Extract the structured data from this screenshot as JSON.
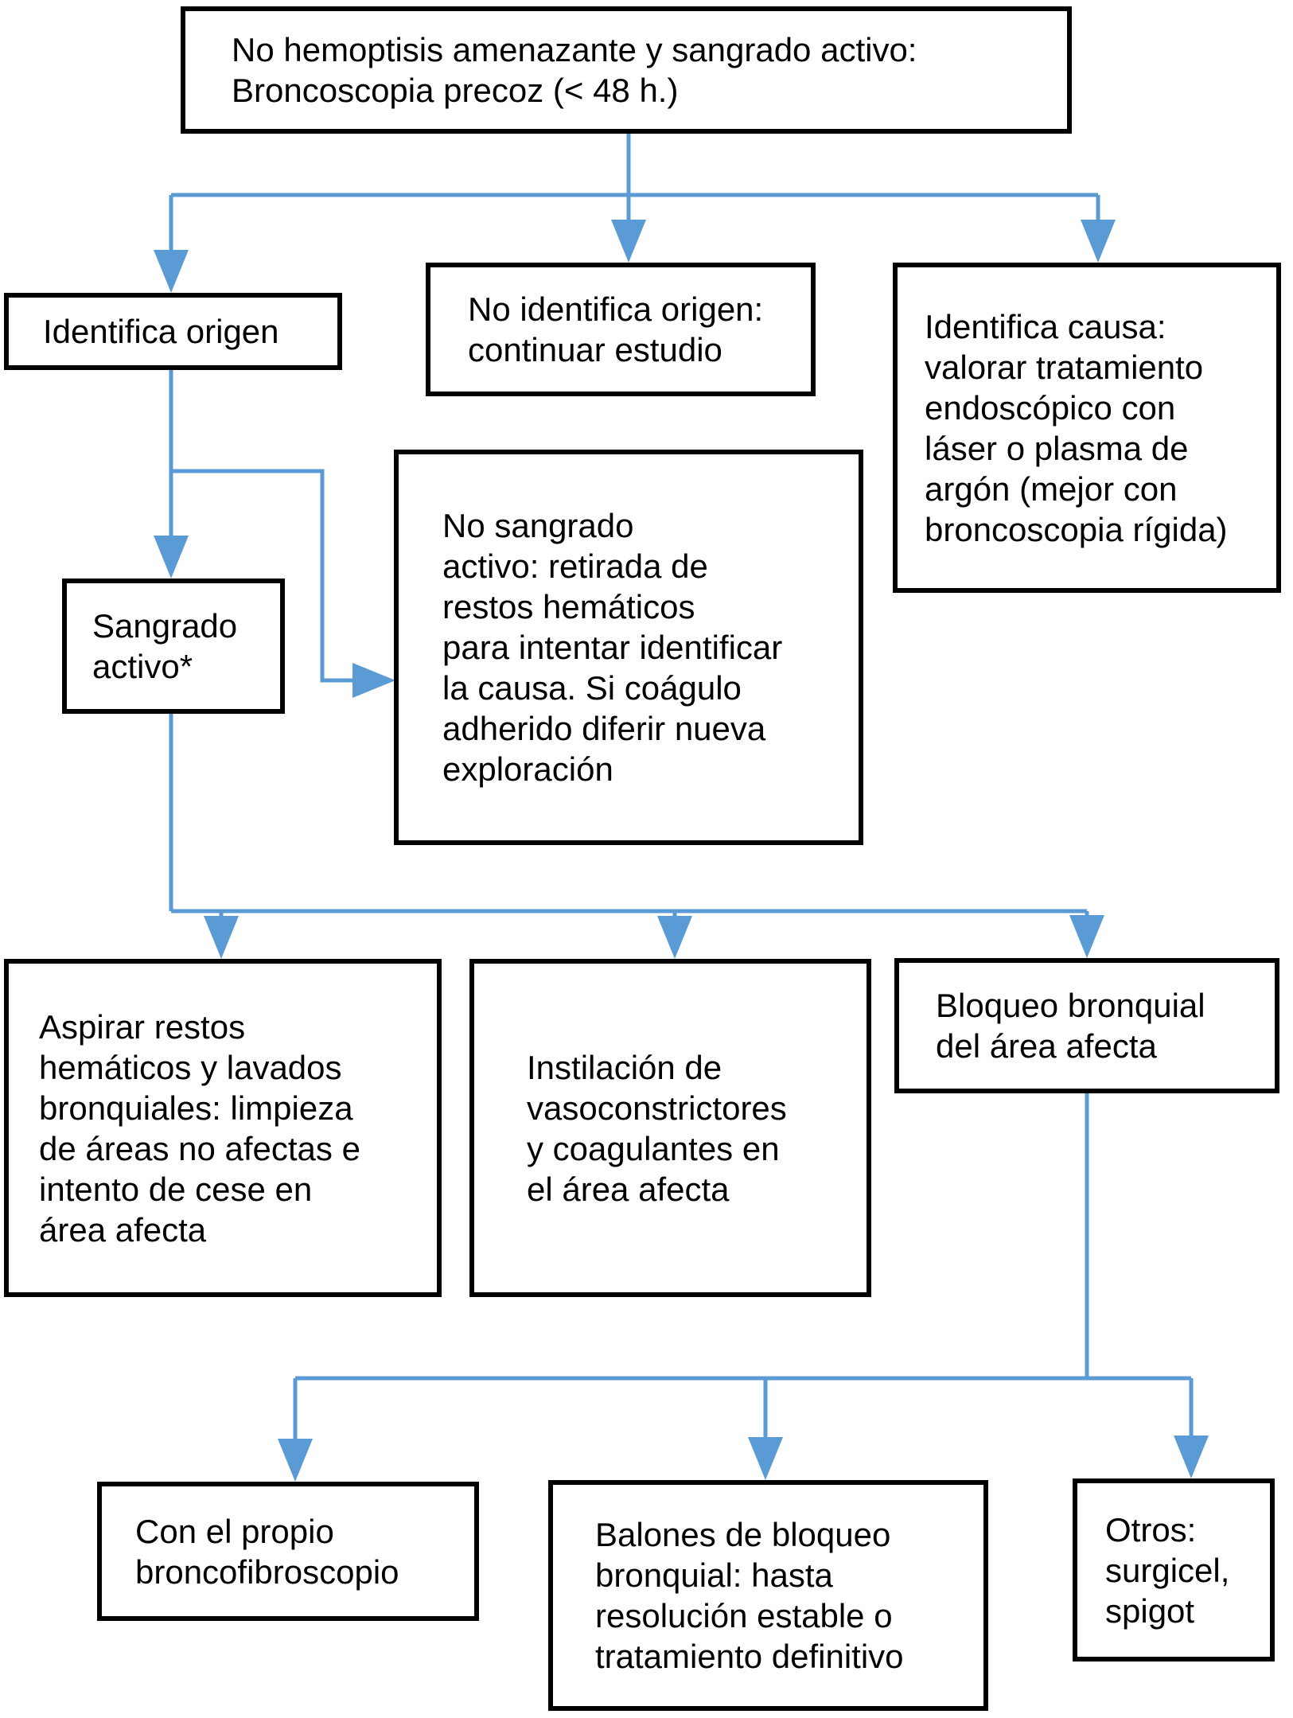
{
  "colors": {
    "accent": "#5b9bd5",
    "border": "#000000",
    "background": "#ffffff",
    "text": "#000000"
  },
  "flowchart": {
    "nodes": {
      "root": {
        "text": "No hemoptisis amenazante y sangrado activo:\nBroncoscopia precoz (< 48 h.)"
      },
      "identifica_origen": {
        "text": "Identifica origen"
      },
      "no_identifica_origen": {
        "text": "No identifica origen:\ncontinuar estudio"
      },
      "identifica_causa": {
        "text": "Identifica causa:\nvalorar tratamiento\nendoscópico con\nláser o plasma de\nargón (mejor con\nbroncoscopia rígida)"
      },
      "sangrado_activo": {
        "text": "Sangrado\nactivo*"
      },
      "no_sangrado_activo": {
        "text": "No sangrado\nactivo: retirada de\nrestos hemáticos\npara intentar identificar\nla causa. Si coágulo\nadherido diferir nueva\nexploración"
      },
      "aspirar": {
        "text": "Aspirar restos\nhemáticos y lavados\nbronquiales: limpieza\nde áreas no afectas e\nintento de cese en\nárea afecta"
      },
      "instilacion": {
        "text": "Instilación de\nvasoconstrictores\ny coagulantes en\nel área afecta"
      },
      "bloqueo": {
        "text": "Bloqueo bronquial\ndel área afecta"
      },
      "broncofibroscopio": {
        "text": "Con el propio\nbroncofibroscopio"
      },
      "balones": {
        "text": "Balones de bloqueo\nbronquial: hasta\nresolución estable o\ntratamiento definitivo"
      },
      "otros": {
        "text": "Otros:\nsurgicel,\nspigot"
      }
    }
  }
}
